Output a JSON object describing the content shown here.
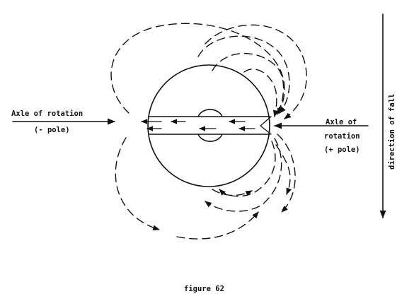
{
  "labels": {
    "left_axle_line1": "Axle of rotation",
    "left_axle_line2": "(- pole)",
    "right_axle_line1": "Axle of",
    "right_axle_line2": "rotation",
    "right_axle_line3": "(+ pole)",
    "direction": "direction of fall",
    "caption": "figure 62"
  }
}
